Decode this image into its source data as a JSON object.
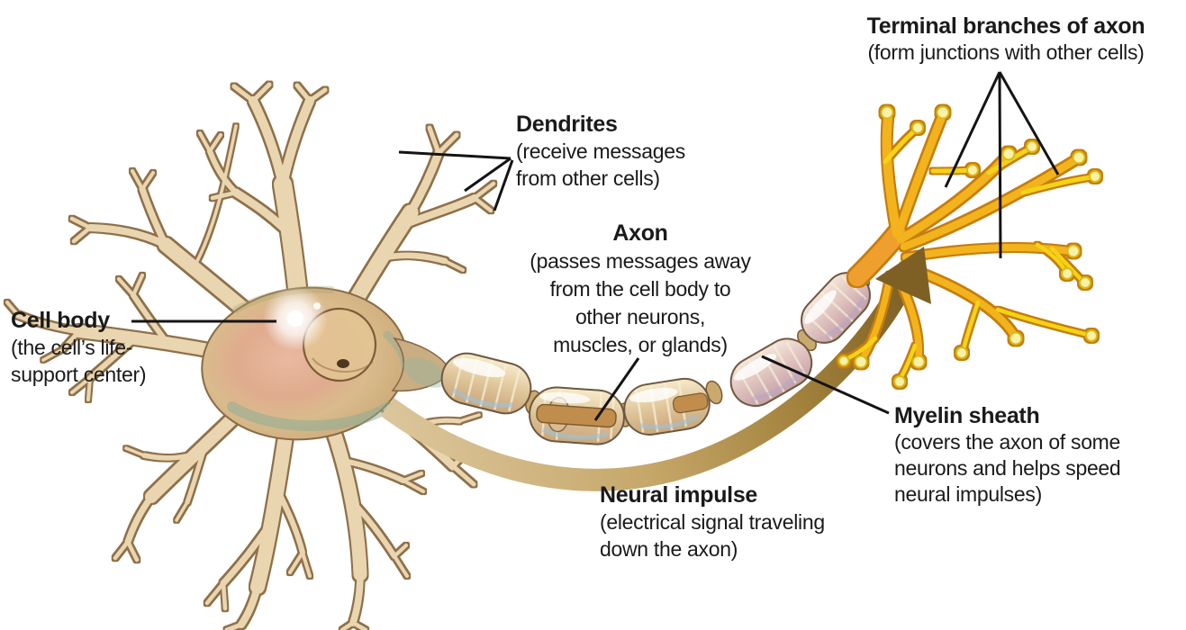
{
  "figure": {
    "type": "diagram",
    "subject": "Neuron anatomy diagram"
  },
  "palette": {
    "background": "#ffffff",
    "text": "#1a1a1a",
    "dendrite_tan": "#e9d6b0",
    "dendrite_outline": "#8f6f4a",
    "soma_pink": "#e0a890",
    "myelin_tan": "#e2c99e",
    "impulse_brown": "#7e6024",
    "terminal_orange": "#ef9f2e",
    "terminal_yellow": "#f4d316"
  },
  "labels": {
    "terminal_branches": {
      "title": "Terminal branches of axon",
      "line1": "(form junctions with other cells)"
    },
    "dendrites": {
      "title": "Dendrites",
      "line1": "(receive messages",
      "line2": "from other cells)"
    },
    "axon": {
      "title": "Axon",
      "line1": "(passes messages away",
      "line2": "from the cell body to",
      "line3": "other neurons,",
      "line4": "muscles, or glands)"
    },
    "cell_body": {
      "title": "Cell body",
      "line1": "(the cell’s life-",
      "line2": "support center)"
    },
    "myelin_sheath": {
      "title": "Myelin sheath",
      "line1": "(covers the axon of some",
      "line2": "neurons and helps speed",
      "line3": "neural impulses)"
    },
    "neural_impulse": {
      "title": "Neural impulse",
      "line1": "(electrical signal traveling",
      "line2": "down the axon)"
    }
  }
}
